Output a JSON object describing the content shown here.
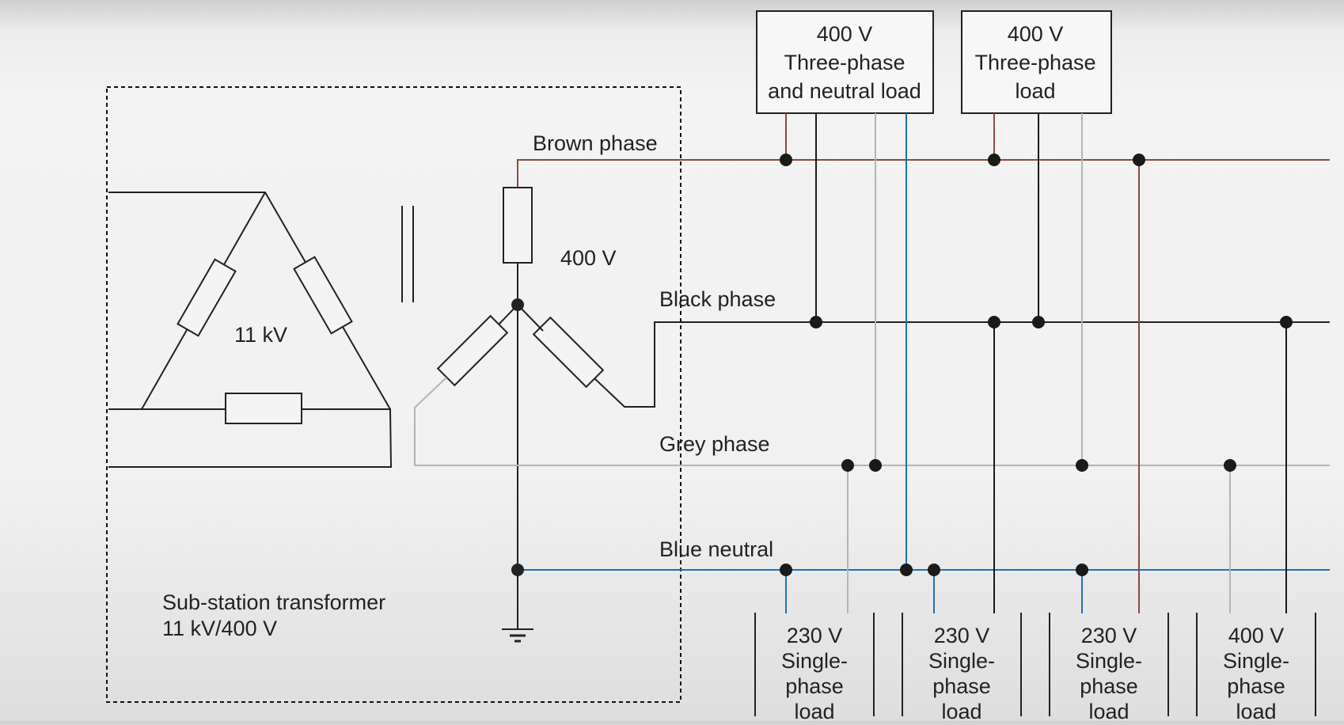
{
  "labels": {
    "brown_phase": "Brown phase",
    "black_phase": "Black phase",
    "grey_phase": "Grey phase",
    "blue_neutral": "Blue neutral",
    "primary_voltage": "11 kV",
    "secondary_voltage": "400 V",
    "substation_line1": "Sub-station transformer",
    "substation_line2": "11 kV/400 V"
  },
  "top_loads": [
    {
      "line1": "400 V",
      "line2": "Three-phase",
      "line3": "and neutral load"
    },
    {
      "line1": "400 V",
      "line2": "Three-phase",
      "line3": "load"
    }
  ],
  "bottom_loads": [
    {
      "line1": "230 V",
      "line2": "Single-",
      "line3": "phase",
      "line4": "load"
    },
    {
      "line1": "230 V",
      "line2": "Single-",
      "line3": "phase",
      "line4": "load"
    },
    {
      "line1": "230 V",
      "line2": "Single-",
      "line3": "phase",
      "line4": "load"
    },
    {
      "line1": "400 V",
      "line2": "Single-",
      "line3": "phase",
      "line4": "load"
    }
  ],
  "colors": {
    "brown": "#8a4a3c",
    "black": "#1a1a1a",
    "grey": "#b4b4b4",
    "blue": "#1f6fb5"
  }
}
